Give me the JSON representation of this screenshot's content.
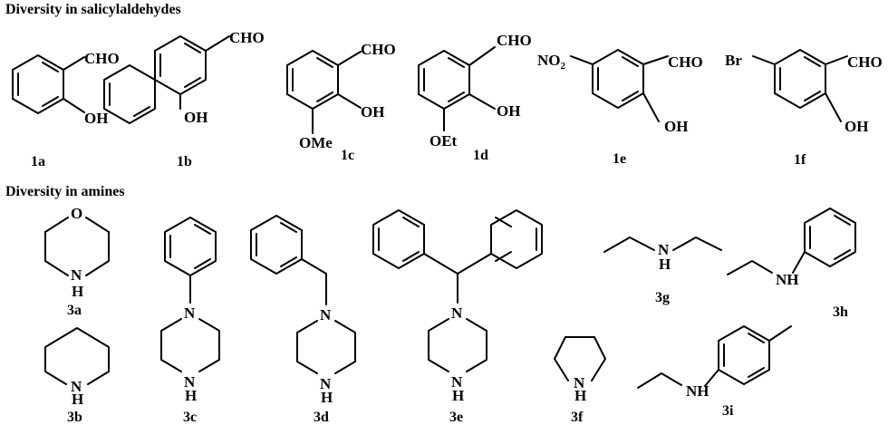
{
  "headings": {
    "aldehydes": "Diversity in salicylaldehydes",
    "amines": "Diversity in amines"
  },
  "atoms": {
    "cho": "CHO",
    "oh": "OH",
    "ome": "OMe",
    "oet": "OEt",
    "no2_main": "NO",
    "no2_sub": "2",
    "br": "Br",
    "o": "O",
    "n": "N",
    "h": "H"
  },
  "compounds": {
    "c1a": "1a",
    "c1b": "1b",
    "c1c": "1c",
    "c1d": "1d",
    "c1e": "1e",
    "c1f": "1f",
    "c3a": "3a",
    "c3b": "3b",
    "c3c": "3c",
    "c3d": "3d",
    "c3e": "3e",
    "c3f": "3f",
    "c3g": "3g",
    "c3h": "3h",
    "c3i": "3i"
  }
}
